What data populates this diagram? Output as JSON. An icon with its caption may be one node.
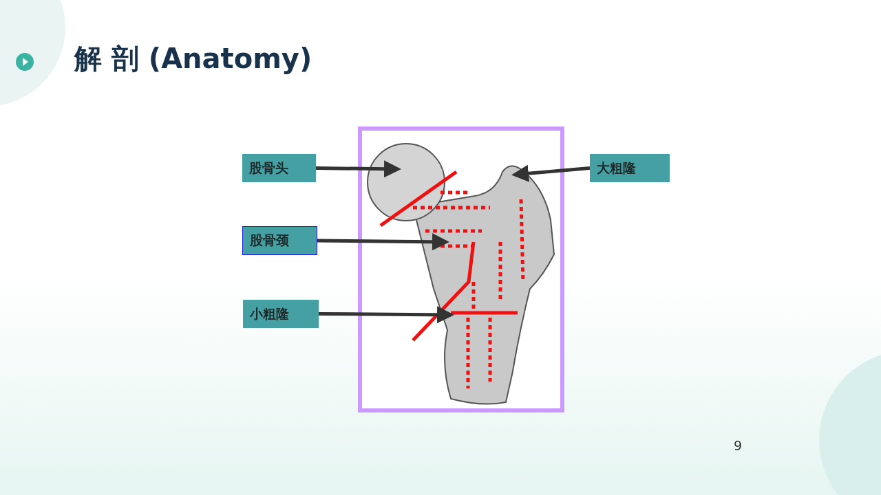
{
  "diagram": {
    "title": "解 剖 (Anatomy)",
    "nodes": [
      {
        "text": [
          "股骨头"
        ]
      },
      {
        "text": [
          "大粗隆"
        ]
      },
      {
        "text": [
          "股骨颈"
        ]
      },
      {
        "text": [
          "小粗隆"
        ]
      }
    ],
    "edges": [
      {
        "from": 0,
        "to": null,
        "arrow": "to"
      },
      {
        "from": 1,
        "to": null,
        "arrow": "to"
      },
      {
        "from": 2,
        "to": null,
        "arrow": "to"
      },
      {
        "from": 3,
        "to": null,
        "arrow": "to"
      }
    ],
    "labels": [
      "9"
    ]
  }
}
